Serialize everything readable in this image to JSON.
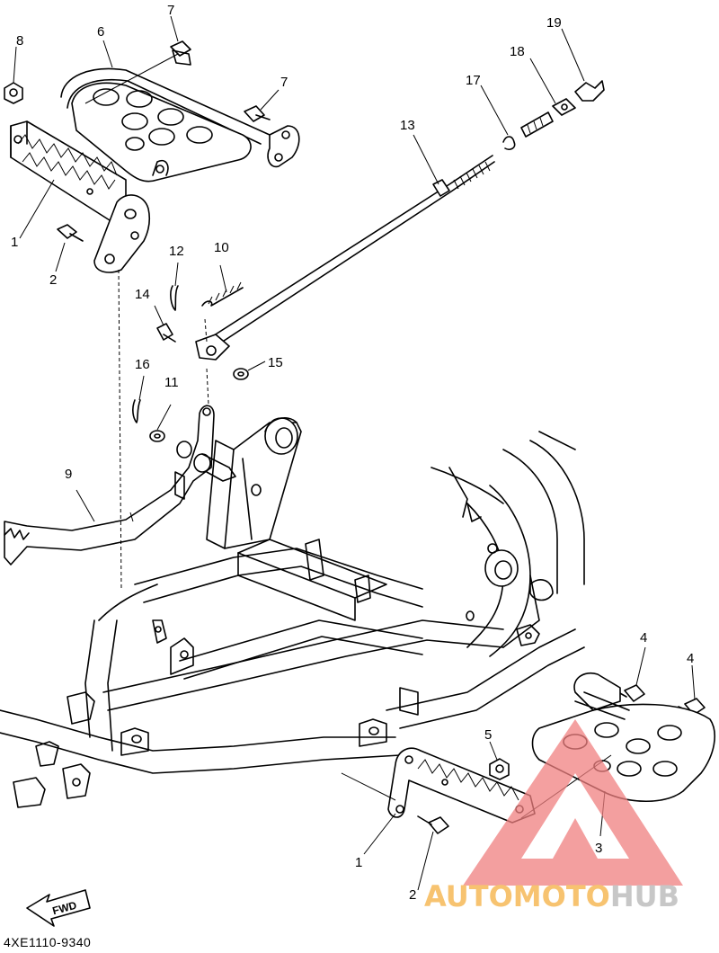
{
  "diagram_code": "4XE1110-9340",
  "fwd_label": "FWD",
  "watermark": {
    "part1": "AUTOMOTO",
    "part2": "HUB",
    "color1": "#f5b041",
    "color2": "#b5b5b5",
    "triangle_color": "#f08080"
  },
  "callouts": {
    "n1a": "1",
    "n1b": "1",
    "n2a": "2",
    "n2b": "2",
    "n3": "3",
    "n4a": "4",
    "n4b": "4",
    "n5": "5",
    "n6": "6",
    "n7a": "7",
    "n7b": "7",
    "n8": "8",
    "n9": "9",
    "n10": "10",
    "n11": "11",
    "n12": "12",
    "n13": "13",
    "n14": "14",
    "n15": "15",
    "n16": "16",
    "n17": "17",
    "n18": "18",
    "n19": "19"
  }
}
